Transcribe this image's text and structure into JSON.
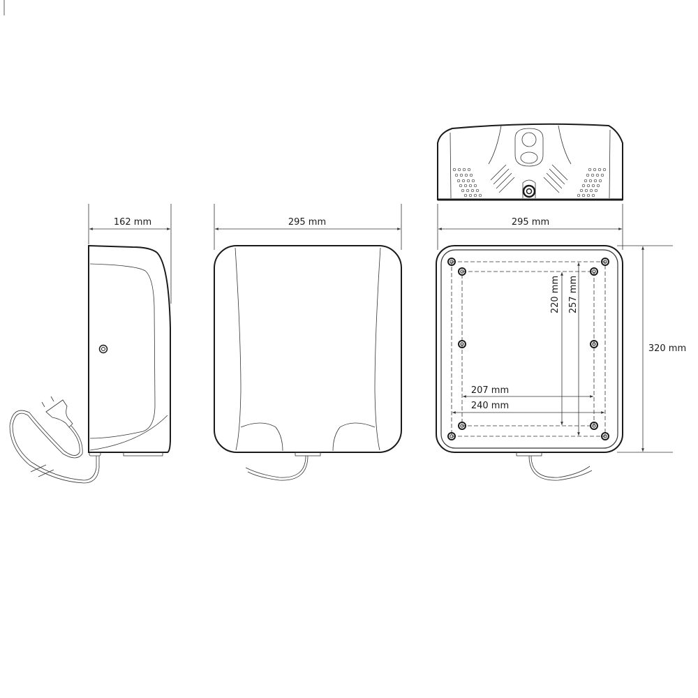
{
  "drawing": {
    "side_view": {
      "depth_label": "162 mm"
    },
    "front_view": {
      "width_label": "295 mm"
    },
    "back_view": {
      "width_label": "295 mm",
      "height_label": "320 mm",
      "hole_vertical_inner_label": "220 mm",
      "hole_vertical_outer_label": "257 mm",
      "hole_horizontal_inner_label": "207 mm",
      "hole_horizontal_outer_label": "240 mm"
    }
  }
}
